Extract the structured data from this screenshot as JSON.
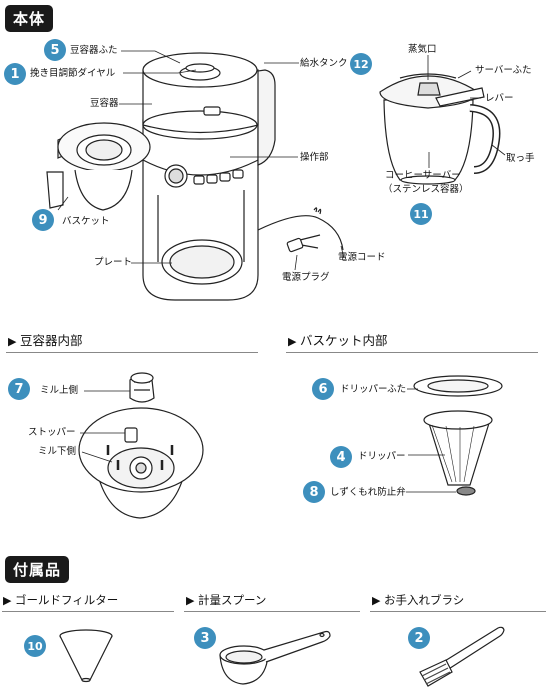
{
  "headings": {
    "main": "本体",
    "accessories": "付属品"
  },
  "sections": {
    "bean_container_inside": "豆容器内部",
    "basket_inside": "バスケット内部",
    "gold_filter": "ゴールドフィルター",
    "measuring_spoon": "計量スプーン",
    "cleaning_brush": "お手入れブラシ"
  },
  "numbers": {
    "n1": "1",
    "n2": "2",
    "n3": "3",
    "n4": "4",
    "n5": "5",
    "n6": "6",
    "n7": "7",
    "n8": "8",
    "n9": "9",
    "n10": "10",
    "n11": "11",
    "n12": "12"
  },
  "labels": {
    "bean_lid": "豆容器ふた",
    "grind_dial": "挽き目調節ダイヤル",
    "bean_container": "豆容器",
    "basket": "バスケット",
    "plate": "プレート",
    "water_tank": "給水タンク",
    "control_panel": "操作部",
    "power_cord": "電源コード",
    "power_plug": "電源プラグ",
    "steam_vent": "蒸気口",
    "server_lid": "サーバーふた",
    "lever": "レバー",
    "coffee_server": "コーヒーサーバー",
    "stainless": "（ステンレス容器）",
    "handle": "取っ手",
    "mill_upper": "ミル上側",
    "stopper": "ストッパー",
    "mill_lower": "ミル下側",
    "dripper_lid": "ドリッパーふた",
    "dripper": "ドリッパー",
    "drip_valve": "しずくもれ防止弁"
  }
}
